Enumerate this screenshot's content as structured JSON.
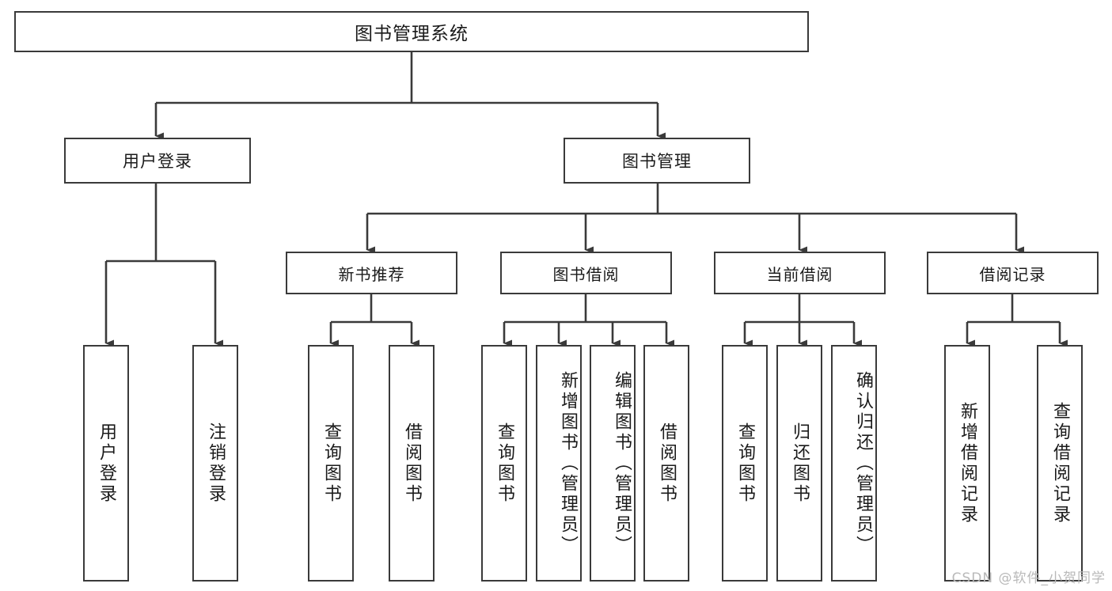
{
  "diagram": {
    "title": "图书管理系统",
    "type": "tree-hierarchy-functional-structure",
    "root": {
      "label": "图书管理系统"
    },
    "level1": [
      {
        "id": "user-login",
        "label": "用户登录"
      },
      {
        "id": "book-manage",
        "label": "图书管理"
      }
    ],
    "level2": [
      {
        "id": "new-book-recommend",
        "label": "新书推荐",
        "parent": "book-manage"
      },
      {
        "id": "book-borrow",
        "label": "图书借阅",
        "parent": "book-manage"
      },
      {
        "id": "current-borrow",
        "label": "当前借阅",
        "parent": "book-manage"
      },
      {
        "id": "borrow-record",
        "label": "借阅记录",
        "parent": "book-manage"
      }
    ],
    "leaves": [
      {
        "id": "leaf-user-login",
        "label": "用户登录",
        "parent": "user-login"
      },
      {
        "id": "leaf-logout",
        "label": "注销登录",
        "parent": "user-login"
      },
      {
        "id": "leaf-query-book-1",
        "label": "查询图书",
        "parent": "new-book-recommend"
      },
      {
        "id": "leaf-borrow-book-1",
        "label": "借阅图书",
        "parent": "new-book-recommend"
      },
      {
        "id": "leaf-query-book-2",
        "label": "查询图书",
        "parent": "book-borrow"
      },
      {
        "id": "leaf-add-book",
        "label": "新增图书（管理员）",
        "parent": "book-borrow"
      },
      {
        "id": "leaf-edit-book",
        "label": "编辑图书（管理员）",
        "parent": "book-borrow"
      },
      {
        "id": "leaf-borrow-book-2",
        "label": "借阅图书",
        "parent": "book-borrow"
      },
      {
        "id": "leaf-query-book-3",
        "label": "查询图书",
        "parent": "current-borrow"
      },
      {
        "id": "leaf-return-book",
        "label": "归还图书",
        "parent": "current-borrow"
      },
      {
        "id": "leaf-confirm-return",
        "label": "确认归还（管理员）",
        "parent": "current-borrow"
      },
      {
        "id": "leaf-add-record",
        "label": "新增借阅记录",
        "parent": "borrow-record"
      },
      {
        "id": "leaf-query-record",
        "label": "查询借阅记录",
        "parent": "borrow-record"
      }
    ],
    "watermark": "CSDN @软件_小贺同学",
    "colors": {
      "stroke": "#3a3a3a",
      "background": "#ffffff",
      "text": "#1a1a1a",
      "watermark": "#b9b9b9"
    }
  }
}
